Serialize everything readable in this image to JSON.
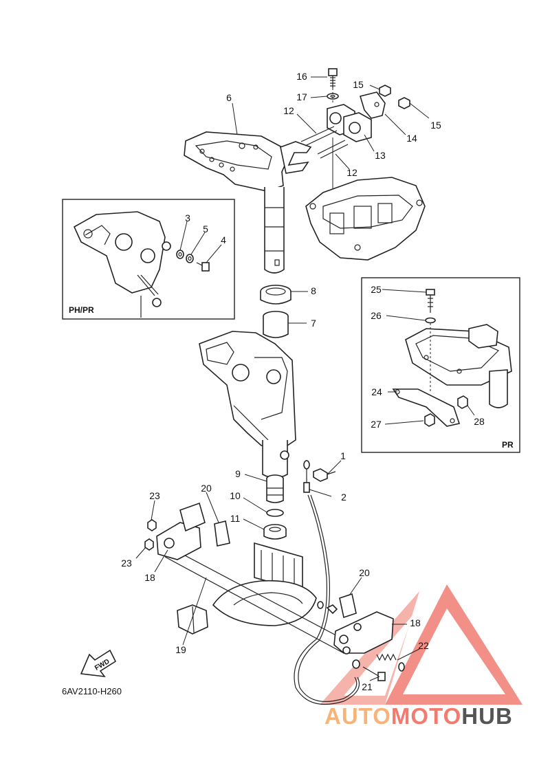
{
  "diagram_code": "6AV2110-H260",
  "callouts": {
    "c1": "1",
    "c2": "2",
    "c3": "3",
    "c4": "4",
    "c5": "5",
    "c6": "6",
    "c7": "7",
    "c8": "8",
    "c9": "9",
    "c10": "10",
    "c11": "11",
    "c12a": "12",
    "c12b": "12",
    "c13": "13",
    "c14": "14",
    "c15a": "15",
    "c15b": "15",
    "c16": "16",
    "c17": "17",
    "c18a": "18",
    "c18b": "18",
    "c19": "19",
    "c20a": "20",
    "c20b": "20",
    "c21": "21",
    "c22": "22",
    "c23a": "23",
    "c23b": "23",
    "c24": "24",
    "c25": "25",
    "c26": "26",
    "c27": "27",
    "c28": "28"
  },
  "inset_left": {
    "label": "PH/PR"
  },
  "inset_right": {
    "label": "PR"
  },
  "direction_arrow": {
    "label": "FWD"
  },
  "watermark": {
    "part1": "AUTO",
    "part2": "MOTO",
    "part3": "HUB",
    "colors": {
      "auto": "#f7b47a",
      "moto": "#f07b6f",
      "hub": "#555555",
      "triangle": "#ee6b60"
    }
  }
}
